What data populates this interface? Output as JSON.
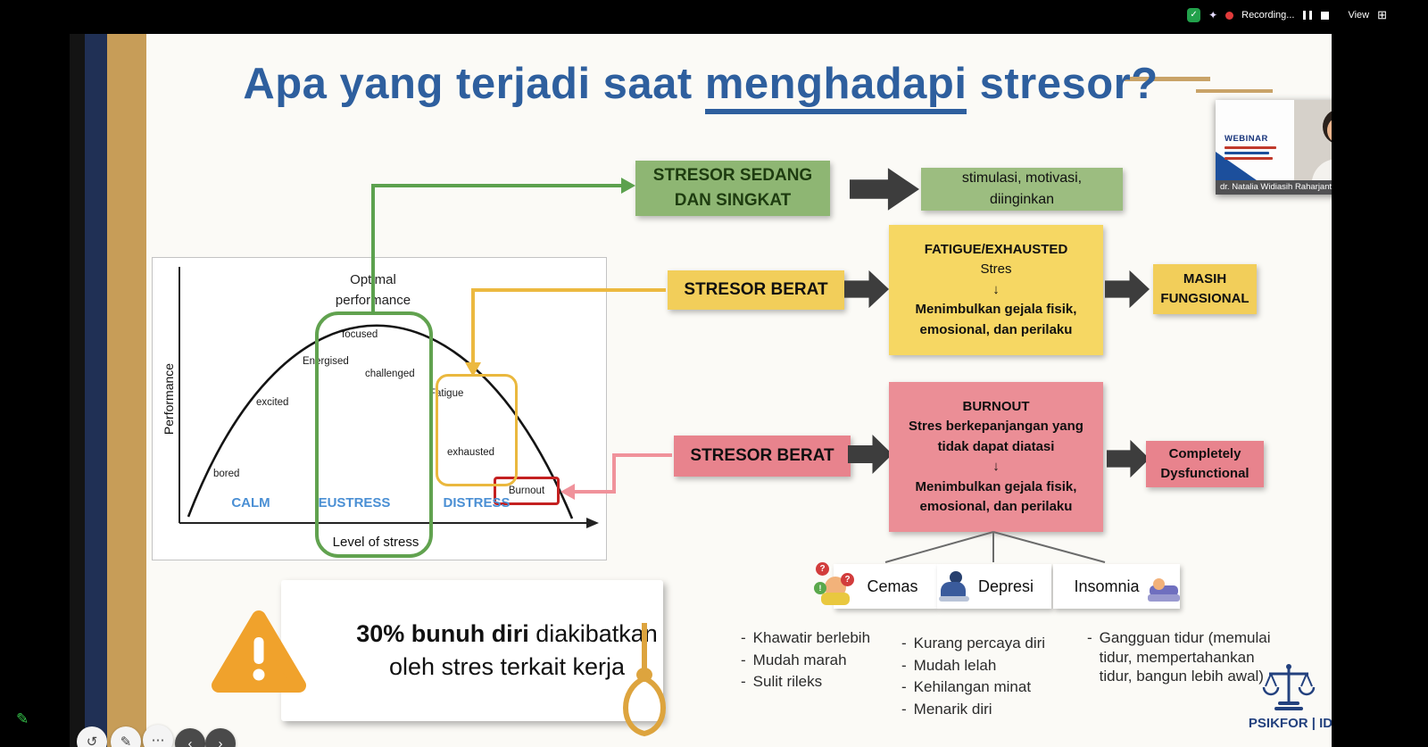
{
  "icons": {
    "check": "✓",
    "sparkle": "✦",
    "grid": "⊞",
    "undo": "↺",
    "pencil": "✎",
    "more": "⋯",
    "prev": "‹",
    "next": "›",
    "corner_pencil": "✎",
    "question": "?",
    "exclaim": "!",
    "down_arrow": "↓"
  },
  "system_tray": {
    "recording_label": "Recording...",
    "view_label": "View"
  },
  "palette": {
    "title_blue": "#2e5f9e",
    "green_box": "#8eb673",
    "green_result": "#9cbd80",
    "yellow_box": "#f2ce5a",
    "yellow_big": "#f6d763",
    "pink_box": "#e8838d",
    "pink_big": "#eb8e96",
    "arrow_gray": "#3d3d3d",
    "zone_label_blue": "#4a8fd4",
    "connector_green": "#5ca14e",
    "connector_yellow": "#ecb940",
    "connector_pink": "#f0929b",
    "triangle_orange": "#f0a22c",
    "navy": "#23417e"
  },
  "title": {
    "pre": "Apa yang terjadi saat ",
    "underlined": "menghadapi",
    "post": " stresor?"
  },
  "chart": {
    "y_axis_label": "Performance",
    "x_axis_label": "Level of stress",
    "optimal_line1": "Optimal",
    "optimal_line2": "performance",
    "points": [
      "bored",
      "excited",
      "Energised",
      "focused",
      "challenged",
      "Fatigue",
      "exhausted",
      "Burnout"
    ],
    "zones": [
      "CALM",
      "EUSTRESS",
      "DISTRESS"
    ]
  },
  "flow_mild": {
    "source_line1": "STRESOR SEDANG",
    "source_line2": "DAN SINGKAT",
    "result_line1": "stimulasi, motivasi,",
    "result_line2": "diinginkan"
  },
  "flow_heavy_functional": {
    "source": "STRESOR BERAT",
    "box_title": "FATIGUE/EXHAUSTED",
    "box_lines": [
      "Stres",
      "↓",
      "Menimbulkan gejala fisik,",
      "emosional, dan perilaku"
    ],
    "result_line1": "MASIH",
    "result_line2": "FUNGSIONAL"
  },
  "flow_heavy_burnout": {
    "source": "STRESOR BERAT",
    "box_title": "BURNOUT",
    "box_lines": [
      "Stres berkepanjangan yang",
      "tidak dapat diatasi",
      "↓",
      "Menimbulkan gejala fisik,",
      "emosional, dan perilaku"
    ],
    "result_line1": "Completely",
    "result_line2": "Dysfunctional"
  },
  "bullet": "-",
  "symptoms": [
    {
      "label": "Cemas",
      "items": [
        "Khawatir berlebih",
        "Mudah marah",
        "Sulit rileks"
      ]
    },
    {
      "label": "Depresi",
      "items": [
        "Kurang percaya diri",
        "Mudah lelah",
        "Kehilangan minat",
        "Menarik diri"
      ]
    },
    {
      "label": "Insomnia",
      "items": [
        "Gangguan tidur (memulai tidur, mempertahankan tidur, bangun lebih awal)"
      ]
    }
  ],
  "warning": {
    "bold": "30% bunuh diri",
    "rest": " diakibatkan",
    "line2": "oleh stres terkait kerja"
  },
  "webinar": {
    "header": "WEBINAR",
    "presenter": "dr. Natalia Widiasih Raharjanti"
  },
  "footer_logo": "PSIKFOR | ID"
}
